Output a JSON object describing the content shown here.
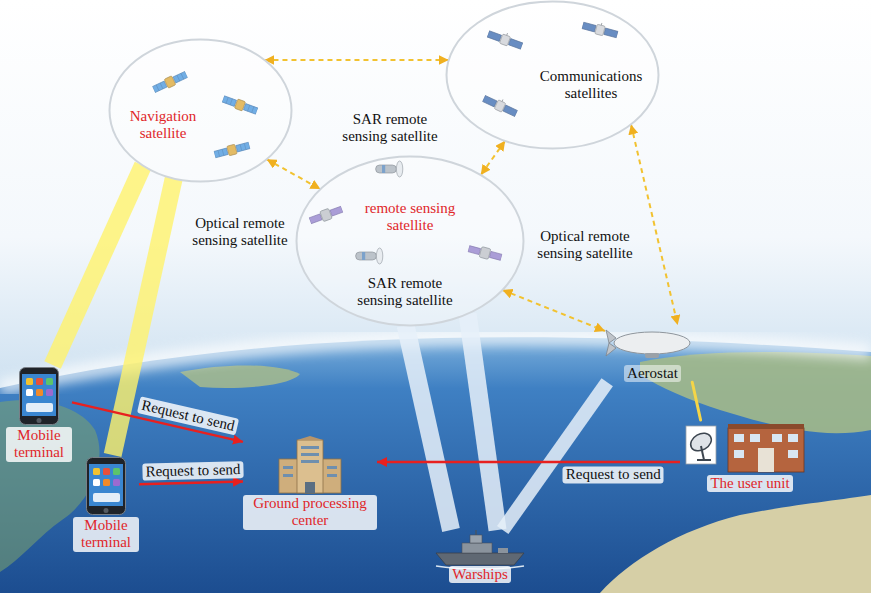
{
  "diagram": {
    "nodes": [
      {
        "text": [
          "Navigation satellite"
        ]
      },
      {
        "text": [
          "Communications satellites"
        ]
      },
      {
        "text": [
          "remote sensing satellite"
        ]
      },
      {
        "text": [
          "Aerostat"
        ]
      },
      {
        "text": [
          "Mobile terminal"
        ]
      },
      {
        "text": [
          "Mobile terminal"
        ]
      },
      {
        "text": [
          "Ground processing center"
        ]
      },
      {
        "text": [
          "The user unit"
        ]
      },
      {
        "text": [
          "Warships"
        ]
      }
    ],
    "edges": [
      {
        "from": 0,
        "to": 1,
        "arrow": "both"
      },
      {
        "from": 0,
        "to": 2,
        "arrow": "both"
      },
      {
        "from": 1,
        "to": 2,
        "arrow": "both"
      },
      {
        "from": 1,
        "to": 3,
        "arrow": "both"
      },
      {
        "from": 2,
        "to": 3,
        "arrow": "both"
      },
      {
        "from": 0,
        "to": 4,
        "arrow": "none"
      },
      {
        "from": 0,
        "to": 5,
        "arrow": "none"
      },
      {
        "from": 2,
        "to": 8,
        "arrow": "none"
      },
      {
        "from": 2,
        "to": 8,
        "arrow": "none"
      },
      {
        "from": 3,
        "to": 8,
        "arrow": "none"
      },
      {
        "from": 3,
        "to": 7,
        "arrow": "none"
      },
      {
        "from": 4,
        "to": 6,
        "label": "Request to send",
        "arrow": "to"
      },
      {
        "from": 5,
        "to": 6,
        "label": "Request to send",
        "arrow": "to"
      },
      {
        "from": 7,
        "to": 6,
        "label": "Request to send",
        "arrow": "to"
      }
    ],
    "labels": [
      "SAR remote sensing satellite",
      "Optical remote sensing satellite",
      "Optical remote sensing satellite",
      "SAR remote sensing satellite"
    ]
  }
}
